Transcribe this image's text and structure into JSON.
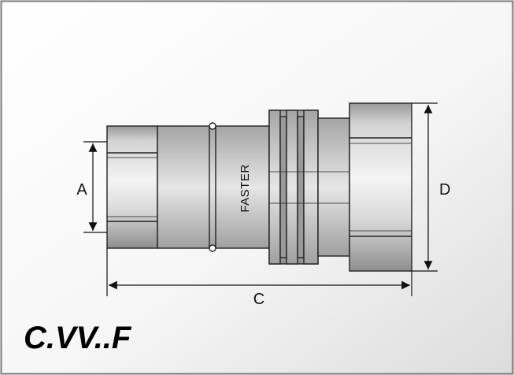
{
  "drawing": {
    "dimension_labels": {
      "a": "A",
      "c": "C",
      "d": "D"
    },
    "brand_text": "FASTER",
    "model_code": "C.VV..F"
  },
  "colors": {
    "frame_border": "#7a7a7a",
    "metal_light": "#f2f2f2",
    "metal_mid": "#c8c8c8",
    "metal_dark": "#8c8c8c",
    "outline": "#222222"
  }
}
